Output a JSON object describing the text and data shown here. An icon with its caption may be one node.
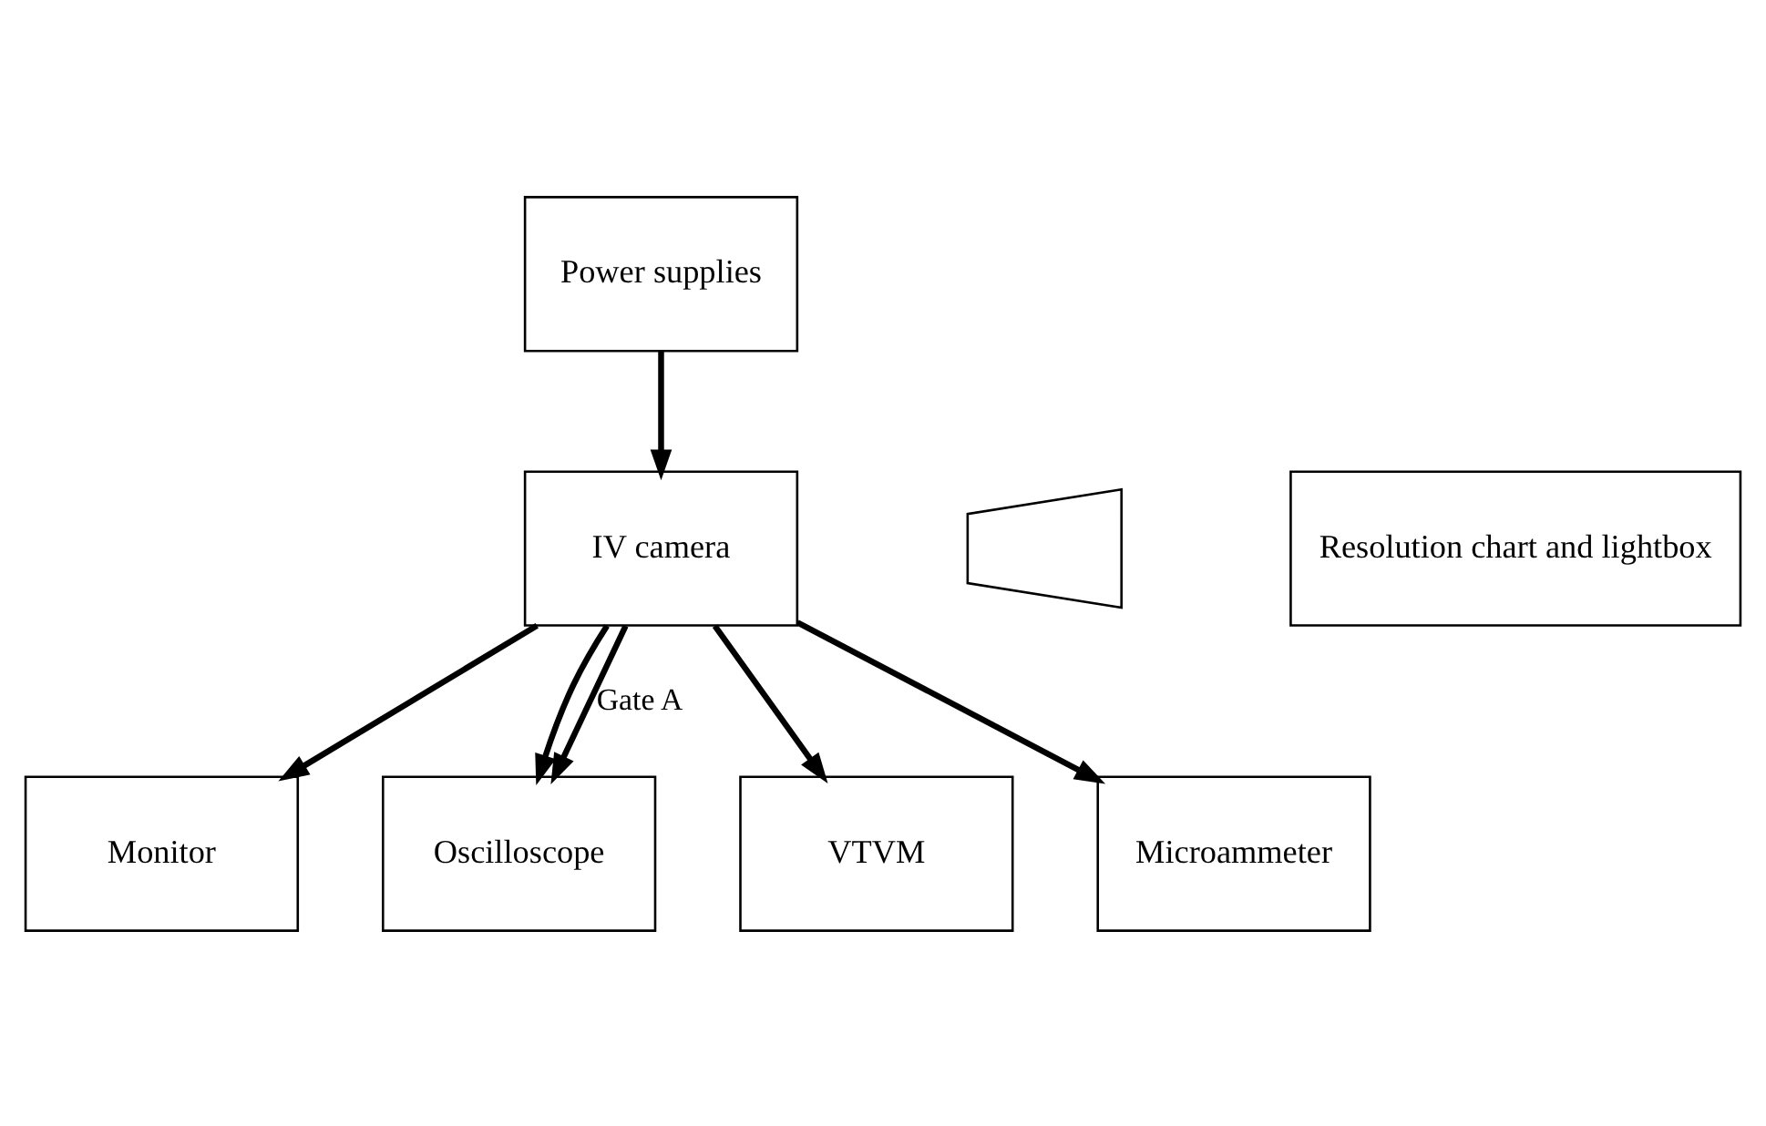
{
  "diagram": {
    "nodes": [
      {
        "text": [
          "Power supplies"
        ]
      },
      {
        "text": [
          "Monitor"
        ]
      },
      {
        "text": [
          "IV camera"
        ]
      },
      {
        "text": [],
        "shape": "trapezium"
      },
      {
        "text": [
          "Resolution chart and lightbox"
        ]
      },
      {
        "text": [
          "Oscilloscope"
        ]
      },
      {
        "text": [
          "VTVM"
        ]
      },
      {
        "text": [
          "Microammeter"
        ]
      }
    ],
    "edges": [
      {
        "from": 0,
        "to": 2,
        "arrow": "to"
      },
      {
        "from": 2,
        "to": 1,
        "arrow": "to"
      },
      {
        "from": 2,
        "to": 5,
        "arrow": "to"
      },
      {
        "from": 2,
        "to": 5,
        "arrow": "to",
        "label": "Gate A"
      },
      {
        "from": 2,
        "to": 6,
        "arrow": "to"
      },
      {
        "from": 2,
        "to": 7,
        "arrow": "to"
      }
    ]
  }
}
